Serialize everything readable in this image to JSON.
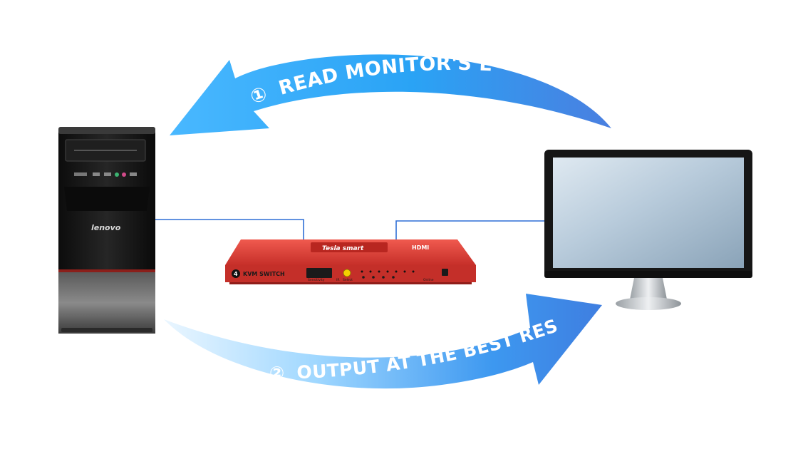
{
  "arrows": {
    "top": {
      "step": "①",
      "label": "READ MONITOR'S EDID"
    },
    "bottom": {
      "step": "②",
      "label": "OUTPUT AT THE BEST RESOLUTION"
    }
  },
  "computer": {
    "brand": "lenovo"
  },
  "kvm_switch": {
    "brand": "Tesla smart",
    "hdmi_badge": "HDMI",
    "port_count": "4",
    "model_label": "KVM SWITCH",
    "sensitivity_label": "Sensitivity",
    "ir_label": "IR",
    "select_label": "Select",
    "online_label": "Online"
  },
  "colors": {
    "arrow_blue": "#1e9bf0",
    "arrow_light": "#8fd3ff",
    "kvm_red": "#d8362f",
    "connector_line": "#2f6fd6",
    "monitor_screen": "#b9cad8",
    "tower_black": "#151515"
  }
}
